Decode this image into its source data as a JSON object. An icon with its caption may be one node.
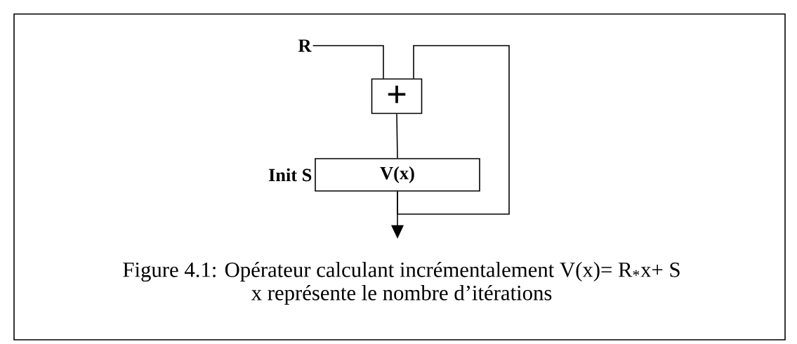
{
  "diagram": {
    "caption": "Figure 4.1: Opérateur calculant incrémentalement V(x)= R$_{*}$x+ S",
    "nodes": [
      {
        "text": [
          "R"
        ]
      },
      {
        "text": [
          "+"
        ]
      },
      {
        "text": [
          "V(x)"
        ],
        "beside": [
          "Init S"
        ]
      }
    ],
    "edges": [
      {
        "from": 0,
        "to": 1,
        "arrow": "none"
      },
      {
        "from": 1,
        "to": 2,
        "arrow": "none"
      },
      {
        "from": 2,
        "to": null,
        "arrow": "to"
      },
      {
        "from": 2,
        "to": 1,
        "arrow": "none"
      }
    ],
    "labels": [
      "x représente le nombre d’itérations"
    ]
  }
}
